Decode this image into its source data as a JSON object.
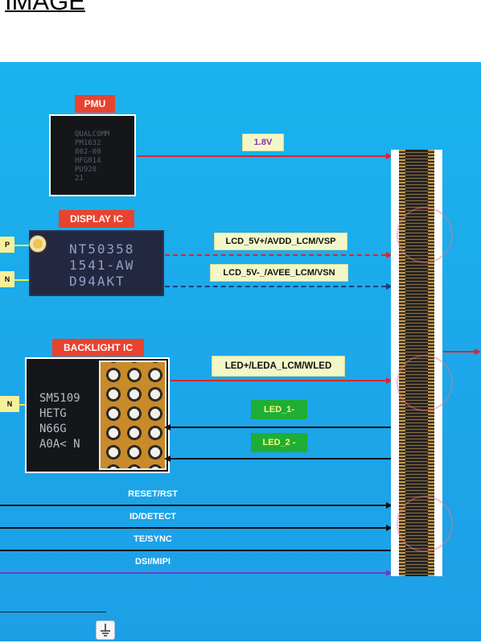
{
  "heading": "IMAGE",
  "pmu": {
    "label": "PMU",
    "markings": "QUALCOMM\nPM1632\n802-00\nHFG014\nPU920\n21"
  },
  "display_ic": {
    "label": "DISPLAY IC",
    "markings": "NT50358\n1541-AW\nD94AKT"
  },
  "backlight_ic": {
    "label": "BACKLIGHT IC",
    "markings": "SM5109\nHETG\nN66G\nA0A< N"
  },
  "left_tags": {
    "vsp_partial": "P",
    "vsn_partial": "N",
    "en_partial": "N"
  },
  "tags": {
    "v18": "1.8V",
    "vsp": "LCD_5V+/AVDD_LCM/VSP",
    "vsn": "LCD_5V-_/AVEE_LCM/VSN",
    "wled": "LED+/LEDA_LCM/WLED",
    "led1": "LED_1-",
    "led2": "LED_2 -"
  },
  "signals": {
    "reset": "RESET/RST",
    "id": "ID/DETECT",
    "te": "TE/SYNC",
    "dsi": "DSI/MIPI"
  },
  "colors": {
    "background": "#1ca7ea",
    "label_red": "#e8432e",
    "vsn_tag": "#1fae35",
    "arrow_red": "#e0242a",
    "dsi_purple": "#6a3ec9"
  },
  "icons": [
    "ground-icon",
    "pin-indicator-icon"
  ]
}
